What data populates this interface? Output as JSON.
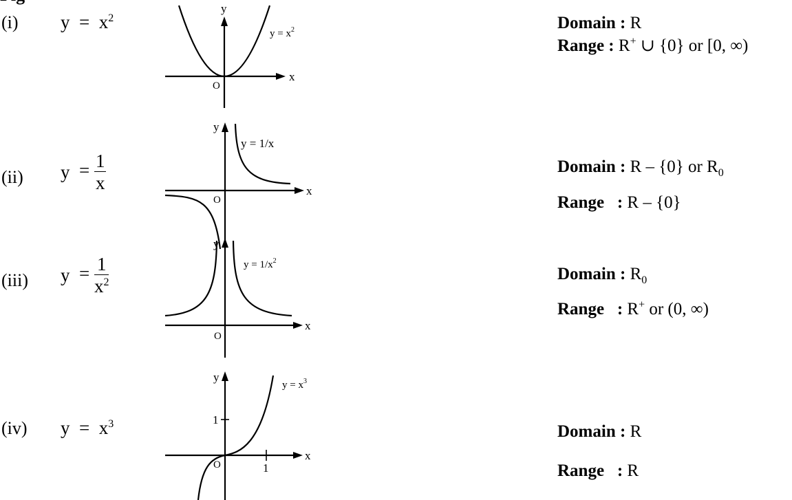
{
  "cut_text": "Fig",
  "items": [
    {
      "number": "(i)",
      "eq": {
        "y": "y",
        "rhs": "x",
        "exp": "2"
      },
      "graph": {
        "y_axis": "y",
        "x_axis": "x",
        "origin": "O",
        "curve_label": "y = x",
        "curve_label_exp": "2"
      },
      "domain_label": "Domain :",
      "domain_value": "R",
      "range_label": "Range :",
      "range_pre": "R",
      "range_sup": "+",
      "range_post": "∪ {0} or [0, ∞)"
    },
    {
      "number": "(ii)",
      "eq": {
        "y": "y",
        "num": "1",
        "den": "x"
      },
      "graph": {
        "y_axis": "y",
        "x_axis": "x",
        "origin": "O",
        "curve_label": "y = 1/x"
      },
      "domain_label": "Domain :",
      "domain_value": "R – {0} or R",
      "domain_sub": "0",
      "range_label": "Range",
      "range_colon": ":",
      "range_value": "R – {0}"
    },
    {
      "number": "(iii)",
      "eq": {
        "y": "y",
        "num": "1",
        "den": "x",
        "den_exp": "2"
      },
      "graph": {
        "y_axis": "y",
        "x_axis": "x",
        "origin": "O",
        "curve_label": "y = 1/x",
        "curve_label_exp": "2"
      },
      "domain_label": "Domain :",
      "domain_value": "R",
      "domain_sub": "0",
      "range_label": "Range",
      "range_colon": ":",
      "range_pre": "R",
      "range_sup": "+",
      "range_post": "or (0, ∞)"
    },
    {
      "number": "(iv)",
      "eq": {
        "y": "y",
        "rhs": "x",
        "exp": "3"
      },
      "graph": {
        "y_axis": "y",
        "x_axis": "x",
        "origin": "O",
        "curve_label": "y = x",
        "curve_label_exp": "3",
        "tick_y": "1",
        "tick_x": "1"
      },
      "domain_label": "Domain :",
      "domain_value": "R",
      "range_label": "Range",
      "range_colon": ":",
      "range_value": "R"
    }
  ]
}
